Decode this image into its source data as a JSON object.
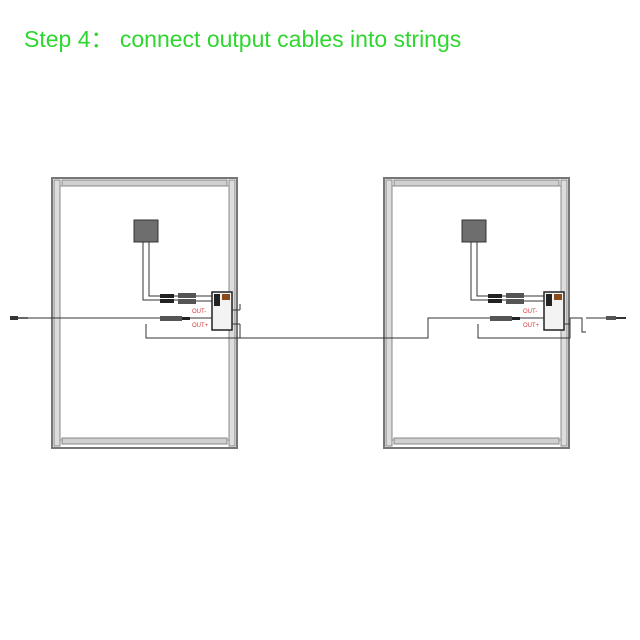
{
  "title": "Step 4： connect output cables into strings",
  "colors": {
    "title": "#2fd62f",
    "line": "#333333",
    "frame": "#777777",
    "junction_box": "#6e6e6e",
    "label": "#d13a3a"
  },
  "panels": [
    {
      "optimizer": {
        "label_out_minus": "OUT-",
        "label_out_plus": "OUT+"
      }
    },
    {
      "optimizer": {
        "label_out_minus": "OUT-",
        "label_out_plus": "OUT+"
      }
    }
  ]
}
